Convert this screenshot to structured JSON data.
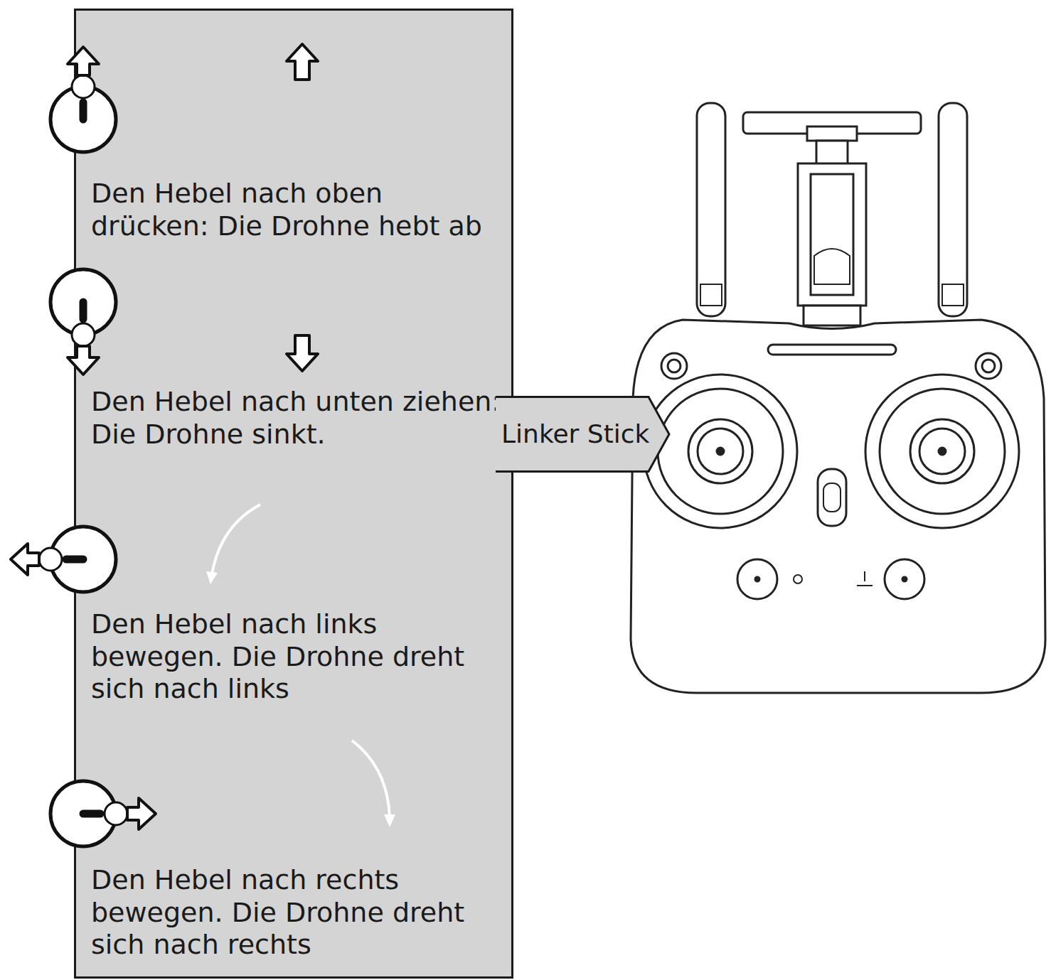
{
  "diagram": {
    "nodes": [
      {
        "text": [
          "Den Hebel nach oben drücken: Die Drohne hebt ab",
          "Den Hebel nach unten ziehen: Die Drohne sinkt.",
          "Den Hebel nach links bewegen. Die Drohne dreht sich nach links",
          "Den Hebel nach rechts bewegen. Die Drohne dreht sich nach rechts"
        ]
      },
      {
        "text": [
          "Linker Stick"
        ]
      }
    ],
    "edges": []
  }
}
